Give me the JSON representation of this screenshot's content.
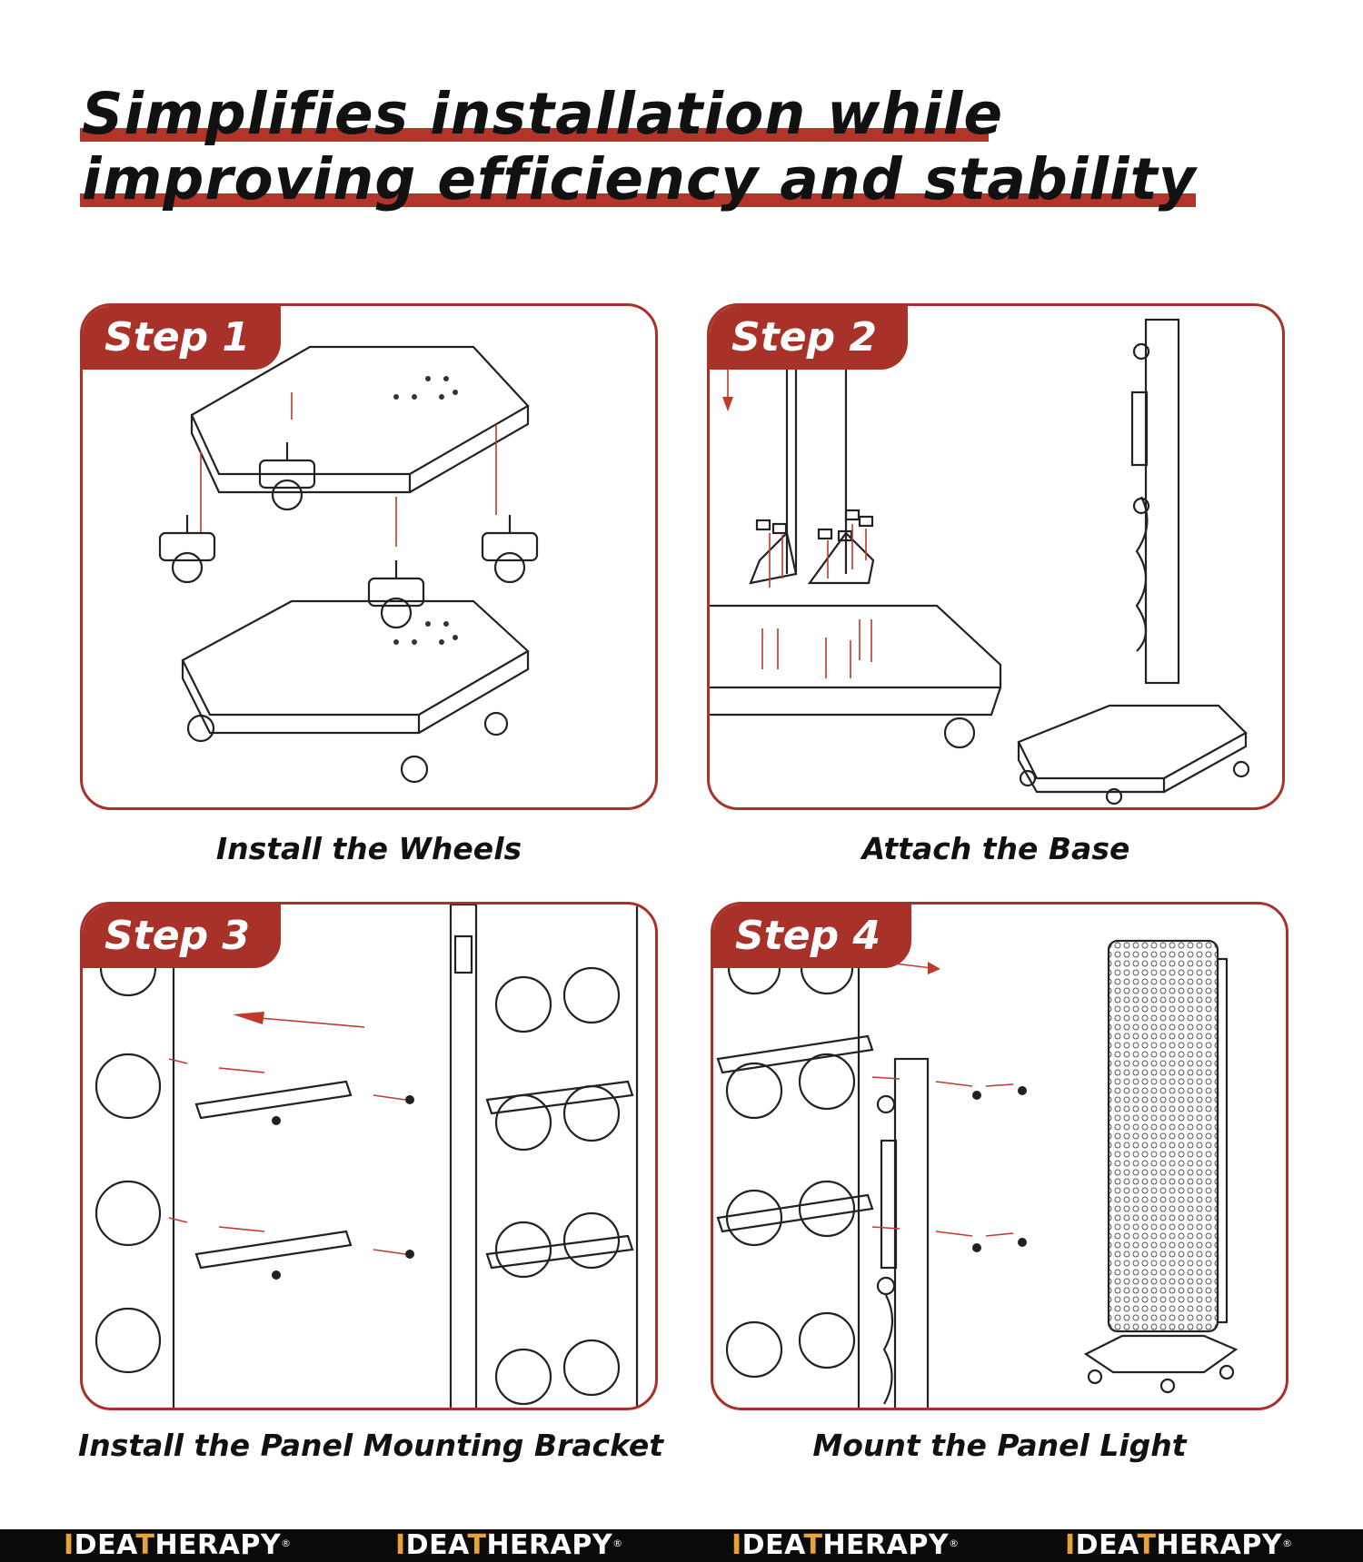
{
  "headline": {
    "line1": "Simplifies installation while",
    "line2": "improving efficiency and stability"
  },
  "steps": [
    {
      "tab": "Step 1",
      "caption": "Install the Wheels"
    },
    {
      "tab": "Step 2",
      "caption": "Attach the Base"
    },
    {
      "tab": "Step 3",
      "caption": "Install the Panel Mounting Bracket"
    },
    {
      "tab": "Step 4",
      "caption": "Mount the Panel Light"
    }
  ],
  "footer": {
    "brand": [
      {
        "accent": "I",
        "a": "DEA",
        "accent2": "T",
        "b": "HERAPY",
        "mark": "®"
      },
      {
        "accent": "I",
        "a": "DEA",
        "accent2": "T",
        "b": "HERAPY",
        "mark": "®"
      },
      {
        "accent": "I",
        "a": "DEA",
        "accent2": "T",
        "b": "HERAPY",
        "mark": "®"
      },
      {
        "accent": "I",
        "a": "DEA",
        "accent2": "T",
        "b": "HERAPY",
        "mark": "®"
      }
    ]
  },
  "colors": {
    "accent": "#a83229",
    "underline": "#b3342b",
    "brand_accent": "#e8a23a",
    "footer_bg": "#0b0b0b"
  }
}
